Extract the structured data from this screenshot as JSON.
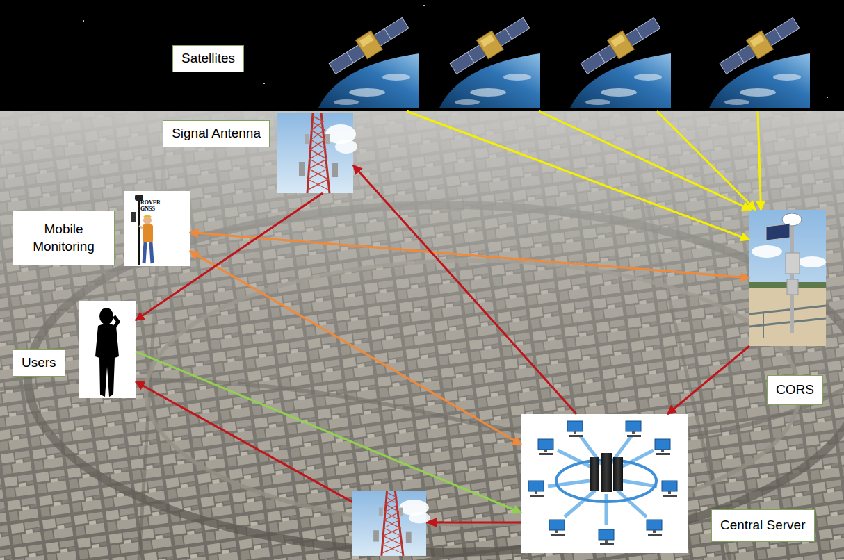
{
  "diagram": {
    "nodes": [
      {
        "text": [
          "Satellites"
        ]
      },
      {
        "text": [
          "Signal Antenna"
        ]
      },
      {
        "text": [
          "Mobile Monitoring",
          "ROVER GNSS"
        ]
      },
      {
        "text": [
          "Users"
        ]
      },
      {
        "text": [
          "CORS"
        ]
      },
      {
        "text": [
          "Central Server"
        ]
      }
    ],
    "edges": [
      {
        "from": 0,
        "to": 4,
        "arrow": "to"
      },
      {
        "from": 0,
        "to": 4,
        "arrow": "to"
      },
      {
        "from": 0,
        "to": 4,
        "arrow": "to"
      },
      {
        "from": 0,
        "to": 4,
        "arrow": "to"
      },
      {
        "from": 2,
        "to": 4,
        "arrow": "both"
      },
      {
        "from": 2,
        "to": 5,
        "arrow": "both"
      },
      {
        "from": 4,
        "to": 5,
        "arrow": "to"
      },
      {
        "from": 5,
        "to": 1,
        "arrow": "to"
      },
      {
        "from": 1,
        "to": 3,
        "arrow": "to"
      },
      {
        "from": 5,
        "to": 3,
        "arrow": "to"
      },
      {
        "from": 3,
        "to": 5,
        "arrow": "to"
      }
    ]
  }
}
